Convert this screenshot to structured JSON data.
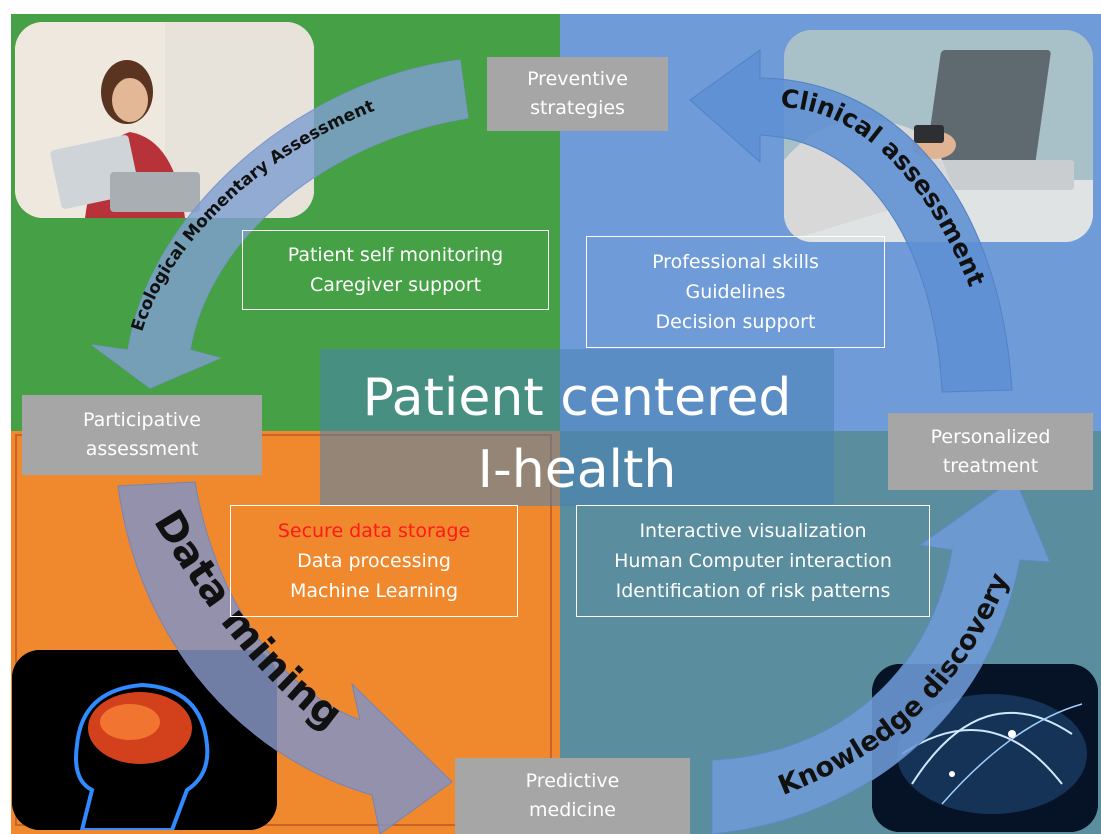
{
  "title": {
    "line1": "Patient centered",
    "line2": "I-health"
  },
  "quadrant_colors": {
    "top_left": "#46a046",
    "top_right": "#6f9bd8",
    "bottom_left": "#f0892e",
    "bottom_right": "#5a8d9e"
  },
  "boxes": {
    "preventive": [
      "Preventive",
      "strategies"
    ],
    "participative": [
      "Participative",
      "assessment"
    ],
    "personalized": [
      "Personalized",
      "treatment"
    ],
    "predictive": [
      "Predictive",
      "medicine"
    ]
  },
  "descriptions": {
    "top_left": [
      "Patient self monitoring",
      "Caregiver support"
    ],
    "top_right": [
      "Professional skills",
      "Guidelines",
      "Decision support"
    ],
    "bottom_left": [
      "Secure data storage",
      "Data processing",
      "Machine Learning"
    ],
    "bottom_right": [
      "Interactive visualization",
      "Human Computer interaction",
      "Identification of risk patterns"
    ]
  },
  "highlight_color": "#ff1a1a",
  "arrows": {
    "ema": "Ecological Momentary Assessment",
    "clinical": "Clinical assessment",
    "data_mining": "Data mining",
    "knowledge": "Knowledge discovery"
  },
  "photos": [
    "woman-with-laptop-photo",
    "laptop-user-photo",
    "brain-scan-photo",
    "world-network-photo"
  ]
}
